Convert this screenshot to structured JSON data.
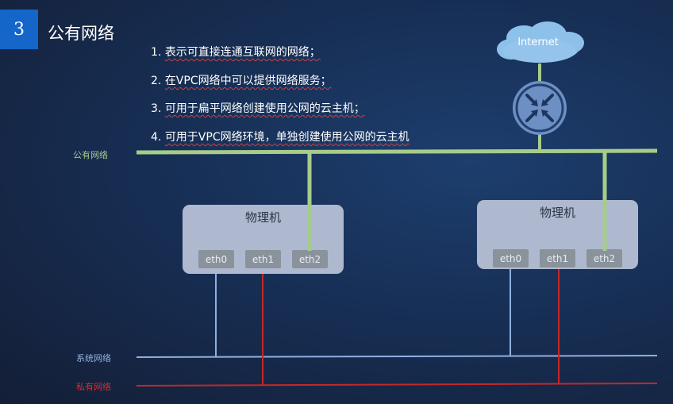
{
  "header": {
    "number": "3",
    "title": "公有网络"
  },
  "notes": [
    {
      "prefix": "1. ",
      "text": "表示可直接连通互联网的网络；"
    },
    {
      "prefix": "2. ",
      "text": "在VPC网络中可以提供网络服务；"
    },
    {
      "prefix": "3. ",
      "text": "可用于扁平网络创建使用公网的云主机；"
    },
    {
      "prefix": "4. ",
      "text": "可用于VPC网络环境，单独创建使用公网的云主机"
    }
  ],
  "cloud": {
    "label": "Internet"
  },
  "networks": {
    "public": {
      "label": "公有网络",
      "color": "#a6cc8a"
    },
    "system": {
      "label": "系统网络",
      "color": "#8fb0e0"
    },
    "private": {
      "label": "私有网络",
      "color": "#c42828"
    }
  },
  "hosts": [
    {
      "title": "物理机",
      "ports": [
        "eth0",
        "eth1",
        "eth2"
      ]
    },
    {
      "title": "物理机",
      "ports": [
        "eth0",
        "eth1",
        "eth2"
      ]
    }
  ],
  "icons": {
    "router": "router-icon",
    "cloud": "cloud-icon"
  }
}
